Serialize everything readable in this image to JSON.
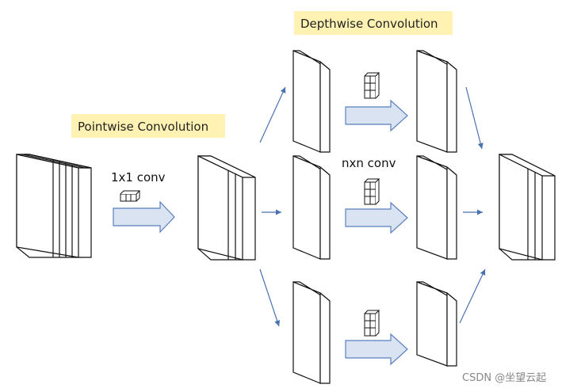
{
  "labels": {
    "depthwise": "Depthwise Convolution",
    "pointwise": "Pointwise Convolution",
    "conv_1x1": "1x1 conv",
    "conv_nxn": "nxn conv"
  },
  "watermark": "CSDN @坐望云起",
  "colors": {
    "label_highlight": "#fff2b3",
    "block_fill": "#ffffff",
    "block_stroke": "#111111",
    "arrow_fill": "#d9e3f2",
    "arrow_stroke": "#5b7fbf",
    "connector": "#4a72b0"
  }
}
